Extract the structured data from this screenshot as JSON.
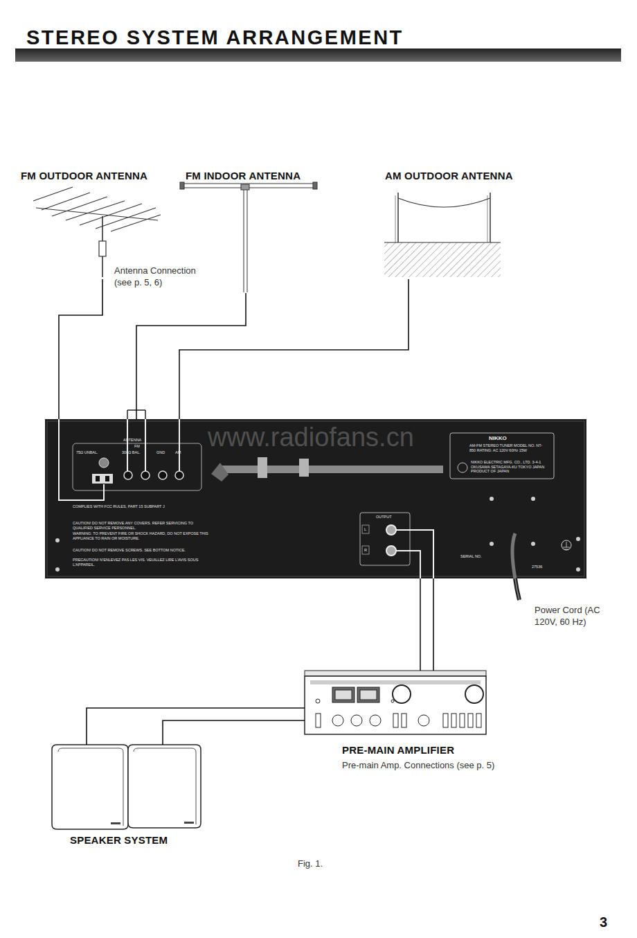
{
  "diagram": {
    "title": "STEREO SYSTEM ARRANGEMENT",
    "caption": "Fig. 1.",
    "nodes": [
      {
        "text": [
          "FM OUTDOOR ANTENNA"
        ]
      },
      {
        "text": [
          "FM INDOOR ANTENNA"
        ]
      },
      {
        "text": [
          "AM OUTDOOR ANTENNA"
        ]
      },
      {
        "text": [
          "ANTENNA",
          "FM",
          "75Ω UNBAL.",
          "300Ω BAL.",
          "GND",
          "AM",
          "COMPLIES WITH FCC RULES, PART 15 SUBPART J",
          "CAUTION! DO NOT REMOVE ANY COVERS. REFER SERVICING TO QUALIFIED SERVICE PERSONNEL.",
          "WARNING: TO PREVENT FIRE OR SHOCK HAZARD, DO NOT EXPOSE THIS APPLIANCE TO RAIN OR MOISTURE.",
          "CAUTION! DO NOT REMOVE SCREWS. SEE BOTTOM NOTICE.",
          "PRECAUTION! N'ENLEVEZ PAS LES VIS. VEUILLEZ LIRE L'AVIS SOUS L'APPAREIL.",
          "SERIAL NO.",
          "27536"
        ]
      },
      {
        "text": [
          "NIKKO",
          "AM-FM STEREO TUNER MODEL NO. NT-850 RATING: AC 120V 60Hz 15W",
          "NIKKO ELECTRIC MFG. CO., LTD. 3-4-1 OKUSAWA SETAGAYA-KU TOKYO JAPAN PRODUCT OF JAPAN"
        ],
        "in": 3
      },
      {
        "text": [
          "OUTPUT",
          "L",
          "R"
        ],
        "in": 3
      },
      {
        "text": [
          "PRE-MAIN AMPLIFIER",
          "Pre-main Amp. Connections (see p. 5)"
        ]
      },
      {
        "text": [
          "SPEAKER SYSTEM"
        ]
      }
    ],
    "edges": [
      {
        "from": 0,
        "to": 3,
        "arrow": "none"
      },
      {
        "from": 1,
        "to": 3,
        "arrow": "none"
      },
      {
        "from": 2,
        "to": 3,
        "arrow": "none"
      },
      {
        "from": 3,
        "to": 6,
        "arrow": "none"
      },
      {
        "from": 3,
        "to": 6,
        "arrow": "none"
      },
      {
        "from": 6,
        "to": 7,
        "arrow": "none"
      },
      {
        "from": 6,
        "to": 7,
        "arrow": "none"
      }
    ],
    "labels": [
      "Antenna Connection (see p. 5, 6)",
      "www.radiofans.cn",
      "Power Cord (AC 120V, 60 Hz)",
      "3"
    ]
  }
}
